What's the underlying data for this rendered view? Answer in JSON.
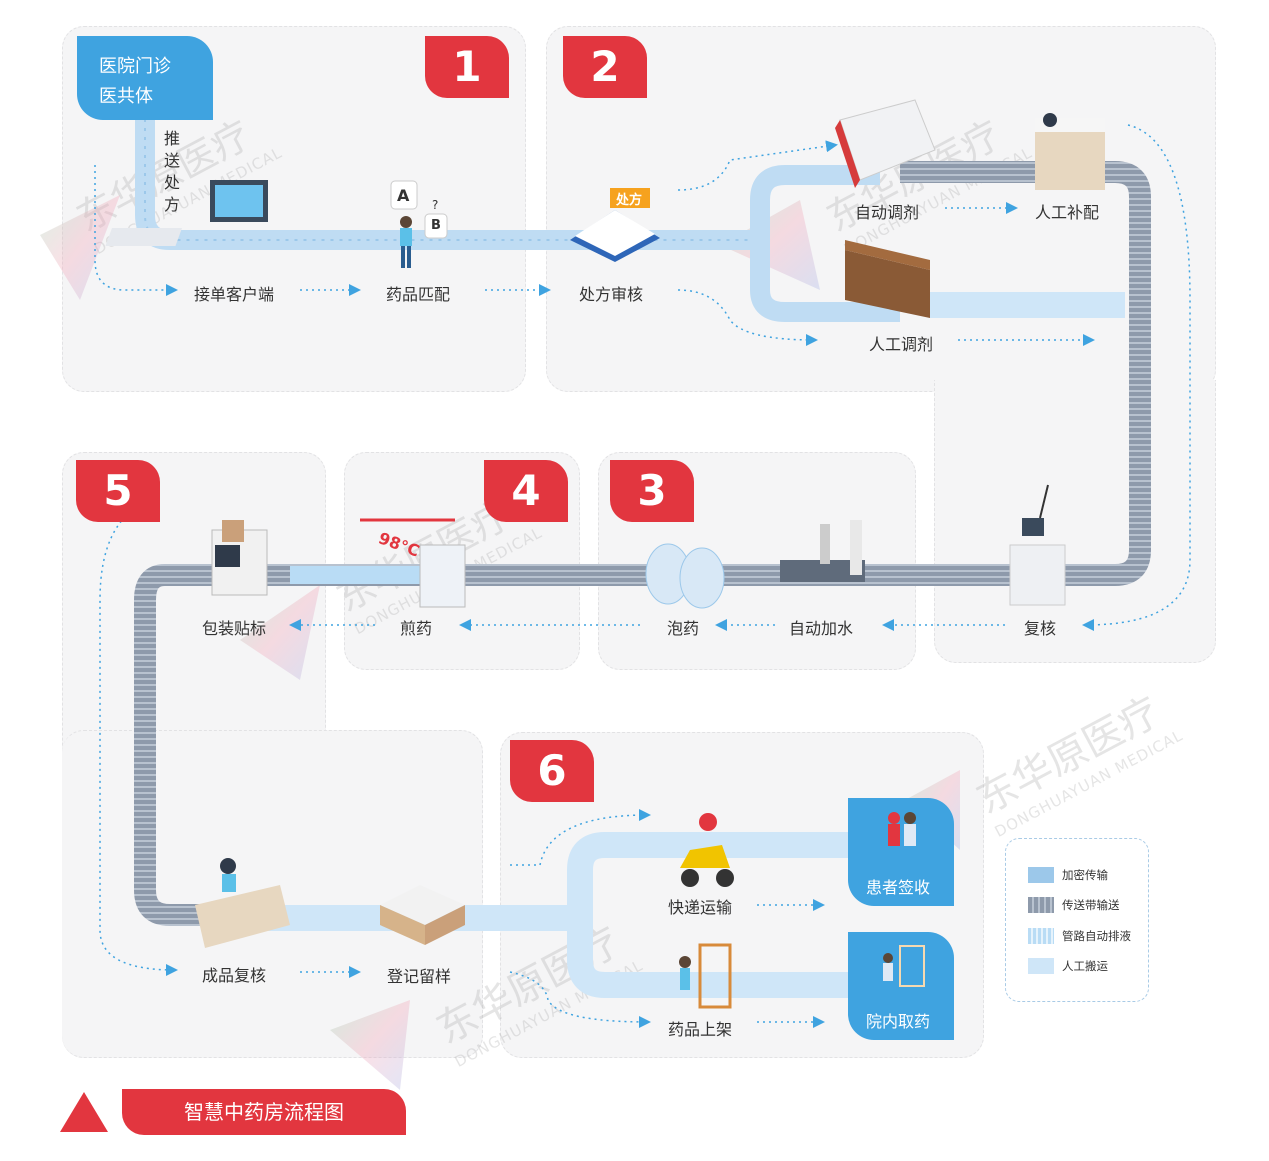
{
  "origin": {
    "line1": "医院门诊",
    "line2": "医共体"
  },
  "push_label": "推送处方",
  "stages": [
    {
      "num": "1"
    },
    {
      "num": "2"
    },
    {
      "num": "3"
    },
    {
      "num": "4"
    },
    {
      "num": "5"
    },
    {
      "num": "6"
    }
  ],
  "steps": {
    "client": "接单客户端",
    "match": "药品匹配",
    "review": "处方审核",
    "auto_dispense": "自动调剂",
    "manual_supplement": "人工补配",
    "manual_dispense": "人工调剂",
    "recheck": "复核",
    "auto_water": "自动加水",
    "soak": "泡药",
    "decoct": "煎药",
    "pack_label": "包装贴标",
    "final_check": "成品复核",
    "register": "登记留样",
    "delivery": "快递运输",
    "shelf": "药品上架",
    "patient_sign": "患者签收",
    "hospital_pickup": "院内取药"
  },
  "icons": {
    "prescription_tag": "处方",
    "temperature": "98°C",
    "match_a": "A",
    "match_b": "B",
    "match_q": "?"
  },
  "legend": [
    {
      "label": "加密传输",
      "color": "#9cc8ea",
      "icon": "encrypted-transfer-swatch"
    },
    {
      "label": "传送带输送",
      "color": "#8e9aab",
      "icon": "conveyor-swatch"
    },
    {
      "label": "管路自动排液",
      "color": "#b9dcf5",
      "icon": "pipeline-swatch"
    },
    {
      "label": "人工搬运",
      "color": "#cfe6f8",
      "icon": "manual-carry-swatch"
    }
  ],
  "watermark": {
    "cn": "东华原医疗",
    "en": "DONGHUAYUAN MEDICAL"
  },
  "footer_title": "智慧中药房流程图",
  "colors": {
    "accent_red": "#e2363f",
    "blue": "#3fa3e0",
    "conveyor": "#8e9aab",
    "track": "#cfe6f8"
  }
}
